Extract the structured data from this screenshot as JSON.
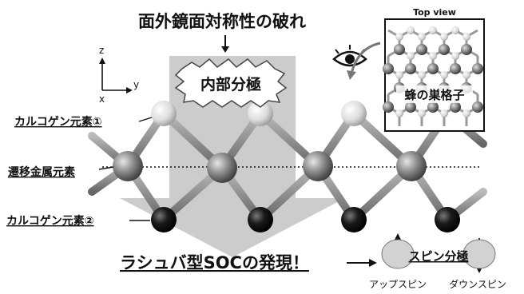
{
  "title": "面外鏡面対称性の破れ",
  "internal_polarization": "内部分極",
  "axes": {
    "z": "z",
    "x": "x",
    "y": "y"
  },
  "labels": {
    "chalcogen_top": "カルコゲン元素①",
    "transition_metal": "遷移金属元素",
    "chalcogen_bottom": "カルコゲン元素②"
  },
  "top_view": {
    "title": "Top view",
    "label": "蜂の巣格子"
  },
  "result": {
    "text": "ラシュバ型SOCの発現！",
    "arrow": "→"
  },
  "spin": {
    "label": "スピン分極",
    "up": "アップスピン",
    "down": "ダウンスピン"
  },
  "colors": {
    "metal": "#8a8a8a",
    "chalcogen_top": "#dcdcdc",
    "chalcogen_bottom": "#1a1a1a",
    "polarization_arrow": "#c4c4c4"
  }
}
